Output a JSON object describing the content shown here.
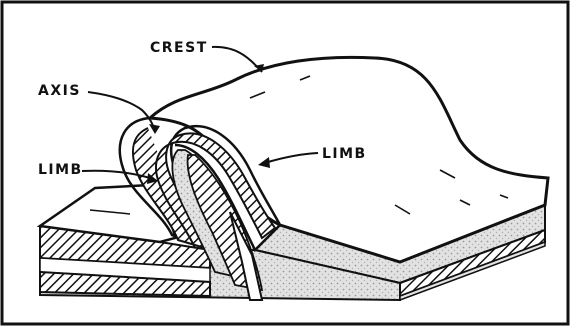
{
  "labels": {
    "crest": "CREST",
    "axis": "AXIS",
    "limb_left": "LIMB",
    "limb_right": "LIMB"
  },
  "colors": {
    "ink": "#111111",
    "paper": "#ffffff",
    "stipple": "#d9d9d9"
  }
}
